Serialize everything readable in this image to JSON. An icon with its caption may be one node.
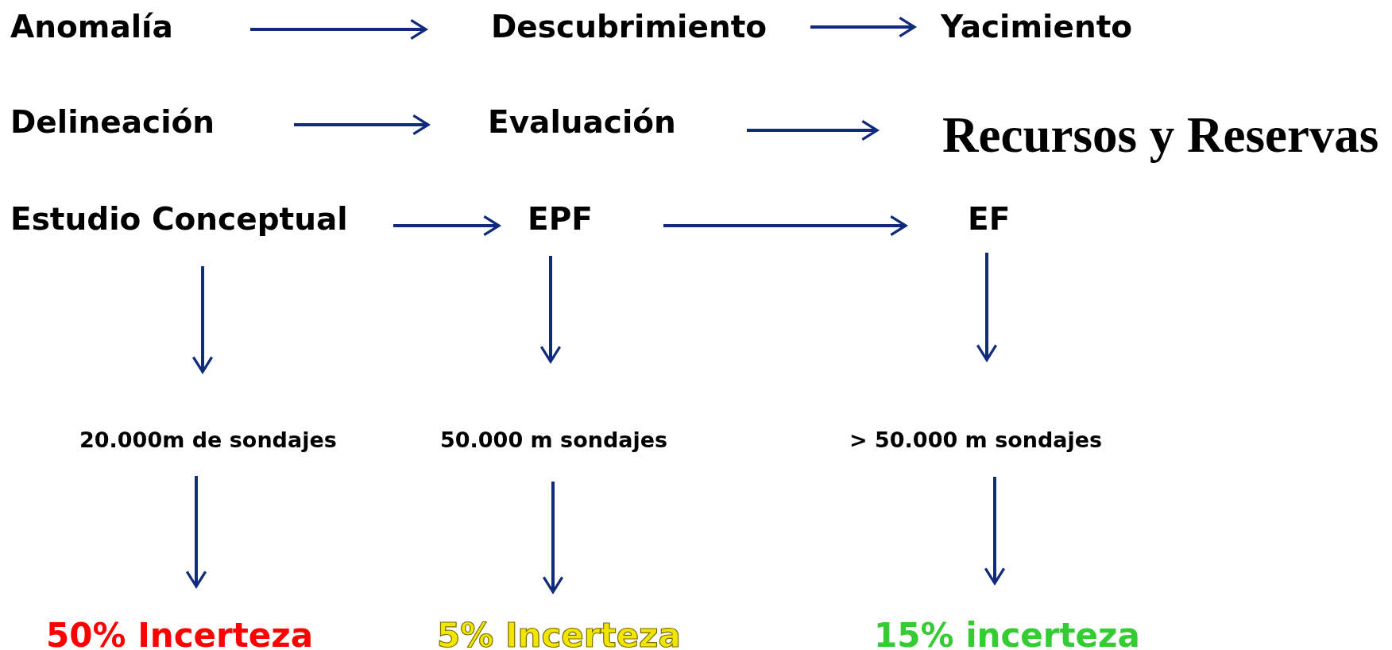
{
  "diagram": {
    "nodes": [
      {
        "text": [
          "Anomalía"
        ]
      },
      {
        "text": [
          "Descubrimiento"
        ]
      },
      {
        "text": [
          "Yacimiento"
        ]
      },
      {
        "text": [
          "Delineación"
        ]
      },
      {
        "text": [
          "Evaluación"
        ]
      },
      {
        "text": [
          "Recursos y Reservas"
        ]
      },
      {
        "text": [
          "Estudio Conceptual"
        ]
      },
      {
        "text": [
          "EPF"
        ]
      },
      {
        "text": [
          "EF"
        ]
      },
      {
        "text": [
          "20.000m de sondajes"
        ]
      },
      {
        "text": [
          "50.000 m sondajes"
        ]
      },
      {
        "text": [
          "> 50.000 m sondajes"
        ]
      },
      {
        "text": [
          "50% Incerteza"
        ]
      },
      {
        "text": [
          "5% Incerteza"
        ]
      },
      {
        "text": [
          "15% incerteza"
        ]
      }
    ],
    "edges": [
      {
        "from": 0,
        "to": 1,
        "arrow": "to"
      },
      {
        "from": 1,
        "to": 2,
        "arrow": "to"
      },
      {
        "from": 3,
        "to": 4,
        "arrow": "to"
      },
      {
        "from": 4,
        "to": 5,
        "arrow": "to"
      },
      {
        "from": 6,
        "to": 7,
        "arrow": "to"
      },
      {
        "from": 7,
        "to": 8,
        "arrow": "to"
      },
      {
        "from": 6,
        "to": 9,
        "arrow": "to"
      },
      {
        "from": 7,
        "to": 10,
        "arrow": "to"
      },
      {
        "from": 8,
        "to": 11,
        "arrow": "to"
      },
      {
        "from": 9,
        "to": 12,
        "arrow": "to"
      },
      {
        "from": 10,
        "to": 13,
        "arrow": "to"
      },
      {
        "from": 11,
        "to": 14,
        "arrow": "to"
      }
    ]
  }
}
